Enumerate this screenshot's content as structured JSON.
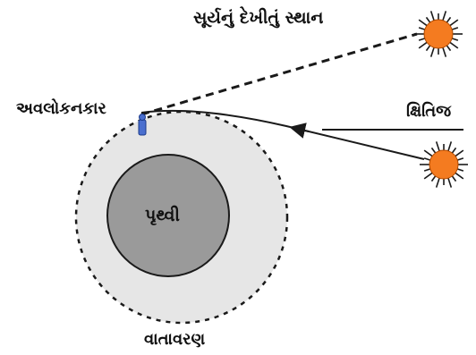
{
  "labels": {
    "apparent_sun_position": "સૂર્યનું દેખીતું સ્થાન",
    "observer": "અવલોકનકાર",
    "horizon": "ક્ષિતિજ",
    "earth": "પૃથ્વી",
    "atmosphere": "વાતાવરણ"
  },
  "icons": {
    "apparent_sun": "sun-icon",
    "actual_sun": "sun-icon",
    "observer": "observer-figure-icon"
  },
  "colors": {
    "sun_fill": "#f47b20",
    "sun_rays": "#1a1a1a",
    "earth_fill": "#9a9a9a",
    "atmosphere_fill": "#e6e6e6",
    "observer_fill": "#4a6fcf",
    "line": "#1a1a1a"
  }
}
